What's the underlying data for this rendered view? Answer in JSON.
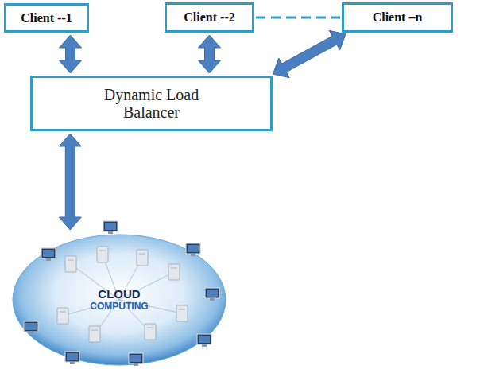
{
  "diagram": {
    "nodes": [
      {
        "text": [
          "Client --1"
        ]
      },
      {
        "text": [
          "Client --2"
        ]
      },
      {
        "text": [
          "Client –n"
        ]
      },
      {
        "text": [
          "Dynamic Load Balancer"
        ]
      },
      {
        "text": [
          "CLOUD",
          "COMPUTING"
        ]
      }
    ],
    "edges": [
      {
        "from": 0,
        "to": 3,
        "arrow": "both"
      },
      {
        "from": 1,
        "to": 3,
        "arrow": "both"
      },
      {
        "from": 2,
        "to": 3,
        "arrow": "both"
      },
      {
        "from": 1,
        "to": 2,
        "arrow": "none"
      },
      {
        "from": 3,
        "to": 4,
        "arrow": "both"
      }
    ]
  }
}
